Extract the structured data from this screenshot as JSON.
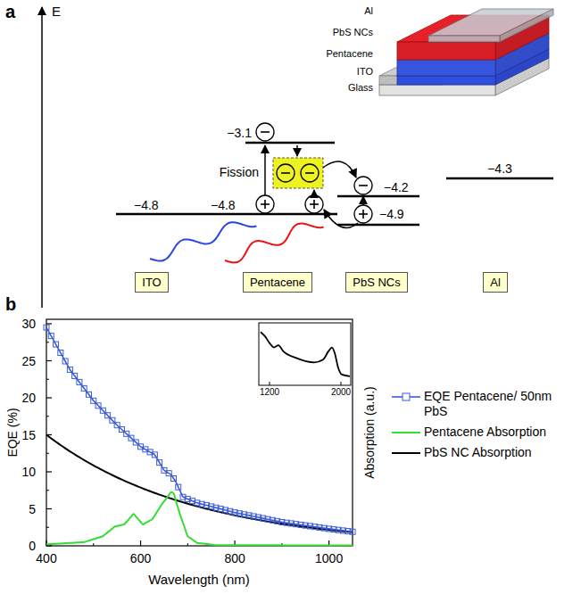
{
  "diagram": {
    "nodes": [
      {
        "text": [
          "ITO"
        ]
      },
      {
        "text": [
          "Pentacene"
        ]
      },
      {
        "text": [
          "PbS NCs"
        ]
      },
      {
        "text": [
          "Al"
        ]
      }
    ],
    "labels": [
      "a",
      "E",
      "−3.1",
      "Fission",
      "−4.8",
      "−4.8",
      "−4.2",
      "−4.3",
      "−4.9",
      "Al",
      "PbS NCs",
      "Pentacene",
      "ITO",
      "Glass",
      "b",
      "EQE (%)",
      "Absorption (a.u.)",
      "Wavelength (nm)",
      "0",
      "5",
      "10",
      "15",
      "20",
      "25",
      "30",
      "400",
      "600",
      "800",
      "1000",
      "1200",
      "2000"
    ],
    "legend": [
      {
        "text": "EQE Pentacene/ 50nm PbS"
      },
      {
        "text": "Pentacene Absorption"
      },
      {
        "text": "PbS NC Absorption"
      }
    ]
  }
}
